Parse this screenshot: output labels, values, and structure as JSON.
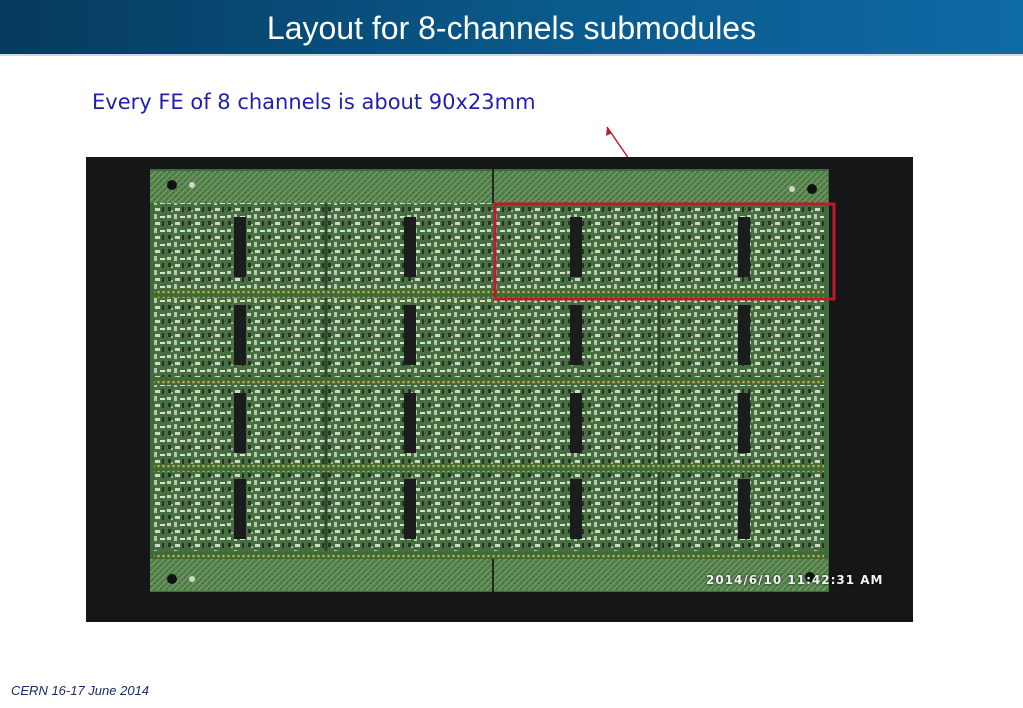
{
  "slide": {
    "title": "Layout for 8-channels submodules",
    "annotation": "Every FE of 8 channels is about 90x23mm",
    "footer": "CERN 16-17 June 2014"
  },
  "photo": {
    "timestamp": "2014/6/10  11:42:31 AM",
    "highlight_color": "#c0182c"
  },
  "colors": {
    "title_bar": "#0a5a8c",
    "annotation_text": "#1f1fb0",
    "footer_text": "#1a2a6c",
    "pcb_green": "#3f6b3a",
    "arrow": "#c0182c"
  }
}
